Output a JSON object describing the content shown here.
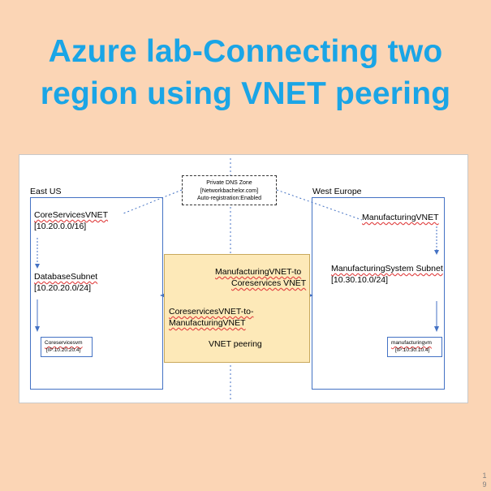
{
  "title": {
    "line1": "Azure lab-Connecting two",
    "line2": "region using VNET peering"
  },
  "dns_zone": {
    "line1": "Private DNS Zone",
    "line2": "[Networkbachelor.com]",
    "line3": "Auto-registration:Enabled"
  },
  "east": {
    "region": "East US",
    "vnet_name": "CoreServicesVNET",
    "vnet_cidr": "[10.20.0.0/16]",
    "subnet_name": "DatabaseSubnet",
    "subnet_cidr": "[10.20.20.0/24]",
    "vm_name": "Coreservicesvm",
    "vm_ip": "[IP:10.20.20.4]"
  },
  "west": {
    "region": "West Europe",
    "vnet_name": "ManufacturingVNET",
    "subnet_name": "ManufacturingSystem Subnet",
    "subnet_cidr": "[10.30.10.0/24]",
    "vm_name": "manufacturingvm",
    "vm_ip": "[IP:10.30.10.4]"
  },
  "peering": {
    "link1_line1": "ManufacturingVNET-to",
    "link1_line2": "Coreservices VNET",
    "link2_line1": "CoreservicesVNET-to-",
    "link2_line2": "ManufacturingVNET",
    "label": "VNET peering"
  },
  "page_number": "19",
  "colors": {
    "background": "#fbd5b5",
    "title": "#1aa5e6",
    "box_border": "#4472c4",
    "peering_fill": "#fde9b8"
  }
}
